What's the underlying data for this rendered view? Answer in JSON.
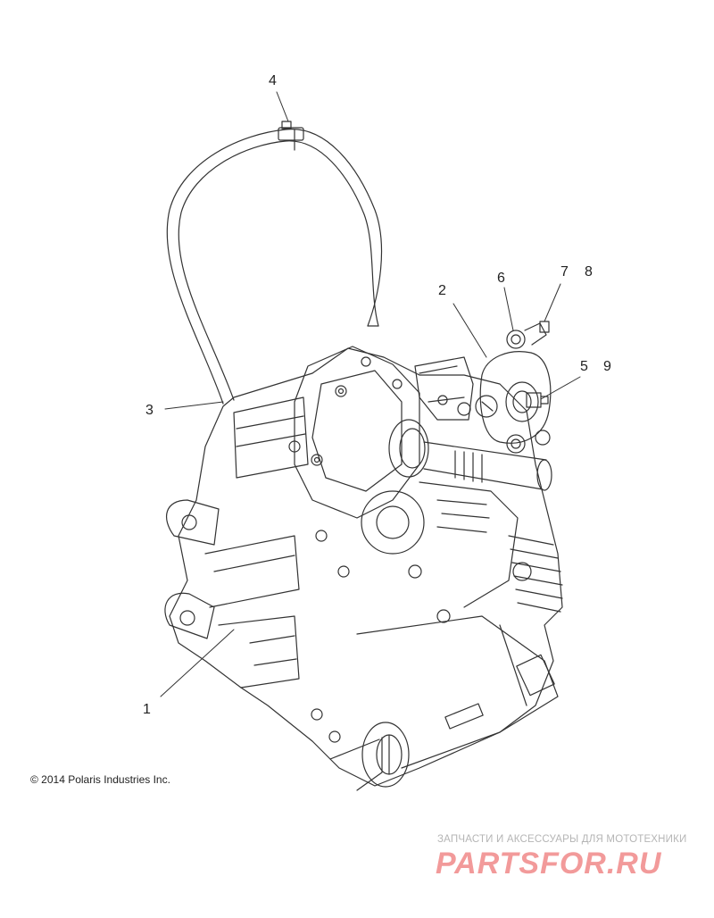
{
  "callouts": [
    {
      "id": "1",
      "label": "1"
    },
    {
      "id": "2",
      "label": "2"
    },
    {
      "id": "3",
      "label": "3"
    },
    {
      "id": "4",
      "label": "4"
    },
    {
      "id": "5",
      "label": "5"
    },
    {
      "id": "6",
      "label": "6"
    },
    {
      "id": "7",
      "label": "7"
    },
    {
      "id": "8",
      "label": "8"
    },
    {
      "id": "9",
      "label": "9"
    }
  ],
  "copyright": "© 2014 Polaris Industries Inc.",
  "watermark": {
    "tagline": "ЗАПЧАСТИ И АКСЕССУАРЫ ДЛЯ МОТОТЕХНИКИ",
    "logo": "PARTSFOR.RU"
  },
  "colors": {
    "line": "#333333",
    "watermark_logo": "#f29a9a",
    "watermark_tagline": "#b5b5b5"
  }
}
